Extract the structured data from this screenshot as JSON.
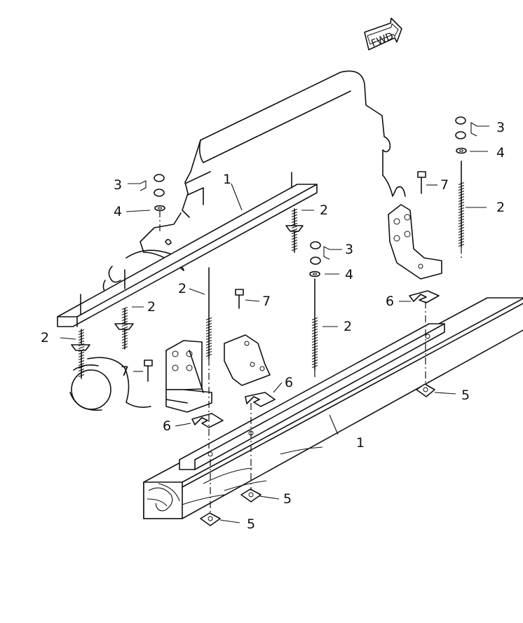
{
  "direction_badge": {
    "label": "FWD"
  },
  "callouts": {
    "part_1": "1",
    "part_2": "2",
    "part_3": "3",
    "part_4": "4",
    "part_5": "5",
    "part_6": "6",
    "part_7": "7"
  },
  "icons": [
    "fwd-arrow-icon"
  ]
}
